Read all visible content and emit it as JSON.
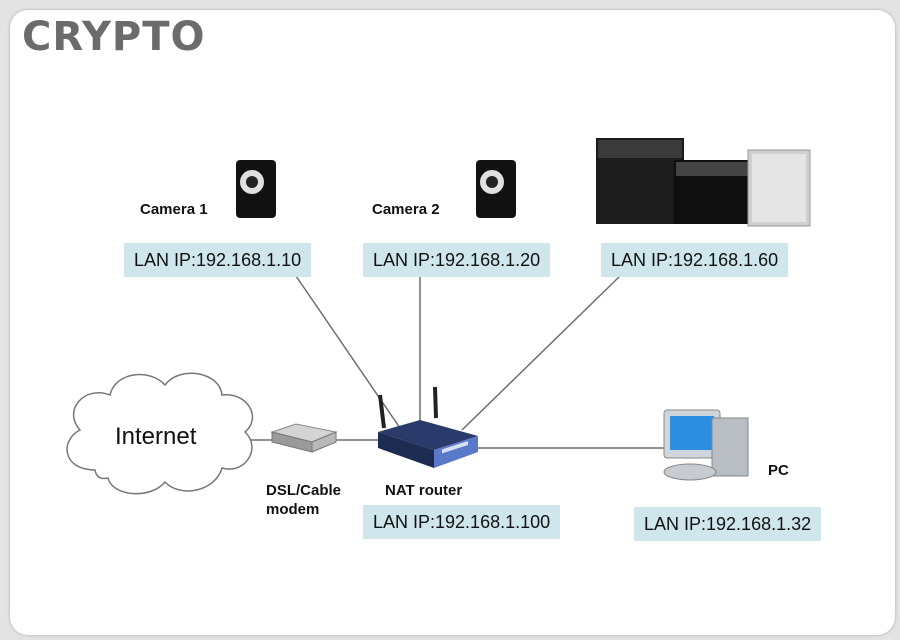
{
  "brand": "CRYPTO",
  "devices": {
    "camera1": {
      "label": "Camera 1",
      "ip": "LAN IP:192.168.1.10"
    },
    "camera2": {
      "label": "Camera 2",
      "ip": "LAN IP:192.168.1.20"
    },
    "nas": {
      "ip": "LAN IP:192.168.1.60"
    },
    "internet": {
      "label": "Internet"
    },
    "modem": {
      "label_line1": "DSL/Cable",
      "label_line2": "modem"
    },
    "router": {
      "label": "NAT router",
      "ip": "LAN IP:192.168.1.100"
    },
    "pc": {
      "label": "PC",
      "ip": "LAN IP:192.168.1.32"
    }
  },
  "colors": {
    "ip_box": "#cfe6ec",
    "link_line": "#6e6e6e",
    "brand": "#6b6b6b"
  }
}
